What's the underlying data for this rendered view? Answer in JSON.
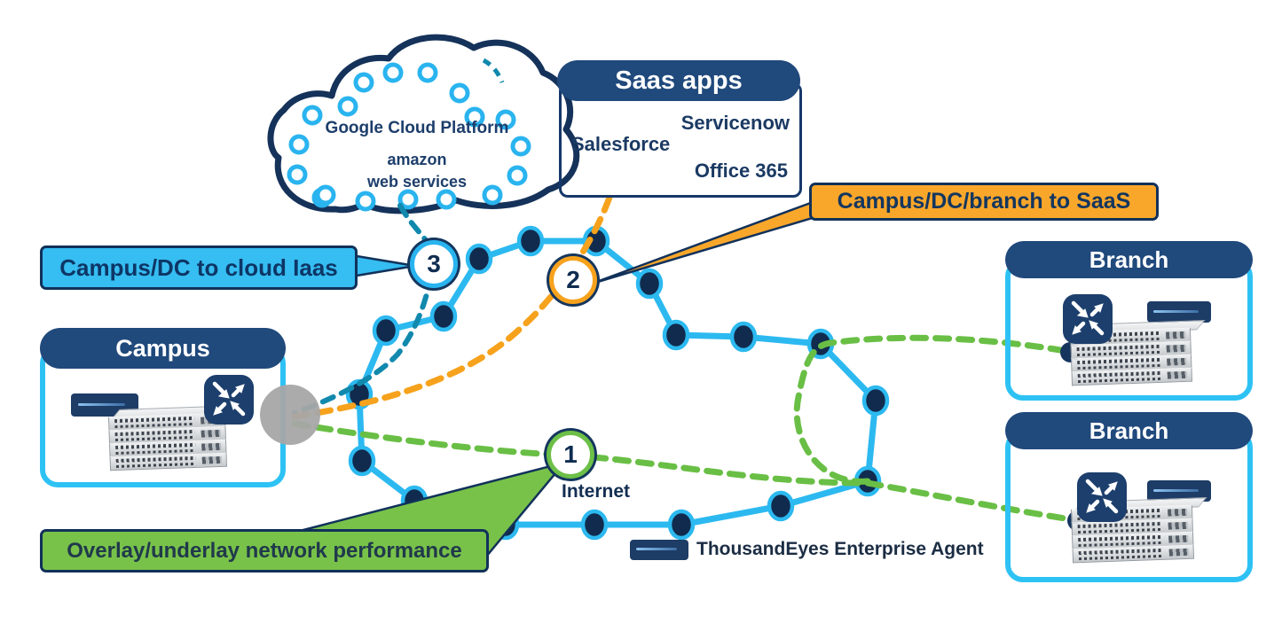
{
  "cloud": {
    "title": "Google Cloud Platform",
    "subtitle1": "amazon",
    "subtitle2": "web services"
  },
  "saas": {
    "header": "Saas apps",
    "servicenow": "Servicenow",
    "salesforce": "Salesforce",
    "office": "Office 365"
  },
  "sites": {
    "campus": {
      "header": "Campus"
    },
    "branch1": {
      "header": "Branch"
    },
    "branch2": {
      "header": "Branch"
    }
  },
  "callouts": {
    "overlay": {
      "text": "Overlay/underlay network performance",
      "num": "1"
    },
    "saas": {
      "text": "Campus/DC/branch to SaaS",
      "num": "2"
    },
    "iaas": {
      "text": "Campus/DC to cloud Iaas",
      "num": "3"
    }
  },
  "labels": {
    "internet": "Internet",
    "legend": "ThousandEyes Enterprise Agent"
  },
  "icons": {
    "agent": "thousandeyes-agent-arrows-icon",
    "badge": "thousandeyes-wordmark-badge",
    "cloud": "multicloud-iaas-cloud",
    "switch": "catalyst-switch-stack"
  },
  "colors": {
    "navy": "#1d3f6d",
    "mesh_blue": "#2cb9f0",
    "route_teal": "#1189ad",
    "route_orange": "#f6a21c",
    "route_green": "#69bf45",
    "callout_cyan_bg": "#36bdf1",
    "callout_orange_bg": "#f9a72b",
    "callout_green_bg": "#78c24a",
    "node_fill": "#112b4e"
  }
}
